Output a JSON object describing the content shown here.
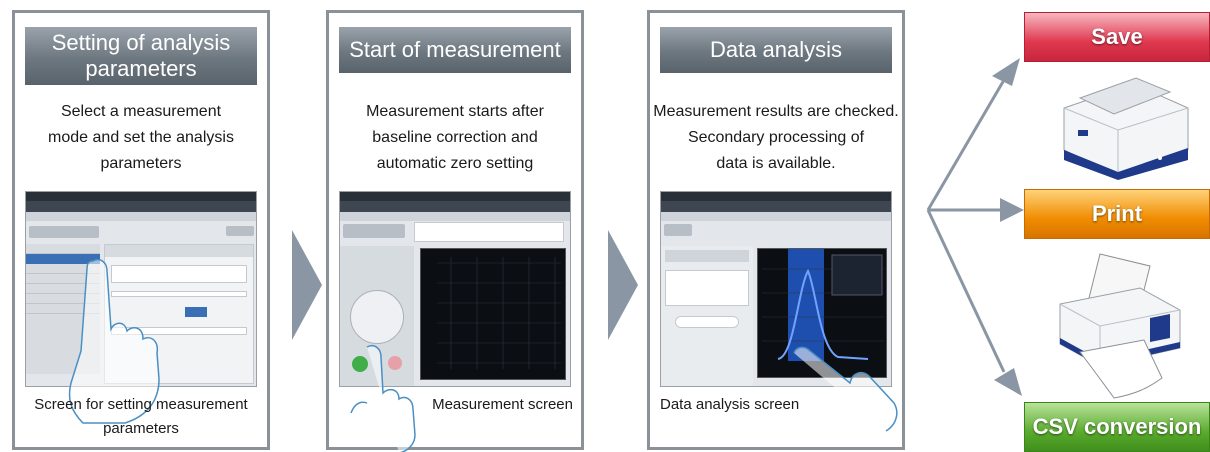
{
  "panels": [
    {
      "title_line1": "Setting of analysis",
      "title_line2": "parameters",
      "desc_line1": "Select a measurement",
      "desc_line2": "mode and set the analysis",
      "desc_line3": "parameters",
      "caption_line1": "Screen for setting measurement",
      "caption_line2": "parameters"
    },
    {
      "title": "Start of measurement",
      "desc_line1": "Measurement starts after",
      "desc_line2": "baseline correction and",
      "desc_line3": "automatic zero setting",
      "caption": "Measurement screen"
    },
    {
      "title": "Data analysis",
      "desc_line1": "Measurement results are checked.",
      "desc_line2": "Secondary processing of",
      "desc_line3": "data is available.",
      "caption": "Data analysis screen"
    }
  ],
  "outputs": {
    "save": "Save",
    "print": "Print",
    "csv": "CSV conversion"
  },
  "colors": {
    "save": "#e0384f",
    "print": "#f08c00",
    "csv": "#5aab2e",
    "header": "#6d7780",
    "arrow": "#8a96a3"
  },
  "icons": {
    "spectrophotometer": "spectrophotometer-icon",
    "printer": "printer-icon"
  }
}
